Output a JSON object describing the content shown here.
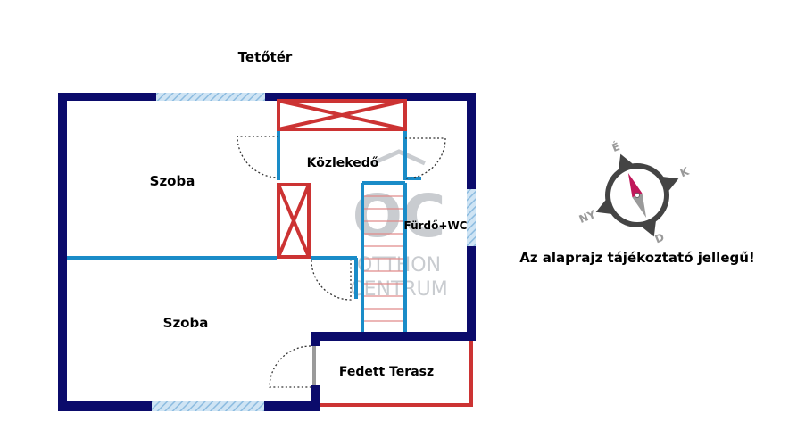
{
  "floor_title": "Tetőtér",
  "rooms": {
    "szoba_upper": "Szoba",
    "szoba_lower": "Szoba",
    "kozlekedo": "Közlekedő",
    "furdo_wc": "Fürdő+WC",
    "fedett_terasz": "Fedett Terasz"
  },
  "disclaimer": "Az alaprajz tájékoztató jellegű!",
  "watermark": {
    "logo": "OC",
    "line1": "OTTHON",
    "line2": "CENTRUM"
  },
  "compass": {
    "north": "É",
    "east": "K",
    "south": "D",
    "west": "NY"
  },
  "colors": {
    "outer_wall": "#0b0b6b",
    "inner_wall": "#1a8cc8",
    "stair_red": "#cc3333",
    "window": "#a9cde8",
    "compass_red": "#c0185a"
  }
}
